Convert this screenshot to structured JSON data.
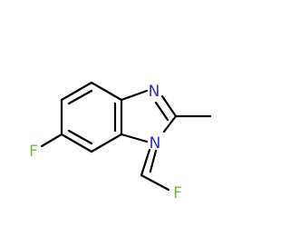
{
  "atom_labels": {
    "ring_nitrogen": "N",
    "substituted_nitrogen": "N",
    "ring_fluorine": "F",
    "fluoromethyl_fluorine": "F"
  },
  "colors": {
    "nitrogen": "#2b2bd6",
    "fluorine": "#7db828",
    "bond": "#000000",
    "background": "#ffffff"
  }
}
